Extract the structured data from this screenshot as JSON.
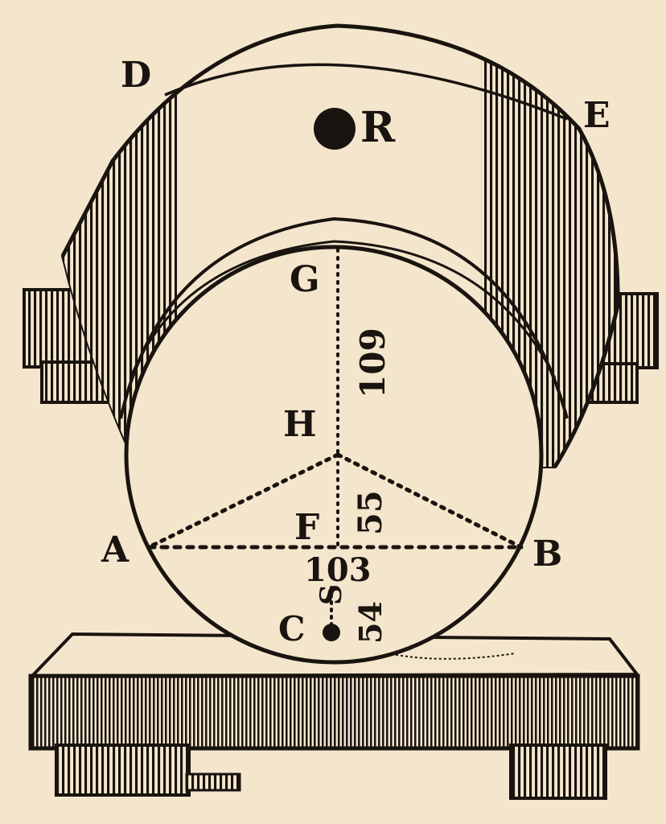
{
  "figure": {
    "labels": {
      "D": "D",
      "E": "E",
      "R": "R",
      "G": "G",
      "H": "H",
      "F": "F",
      "A": "A",
      "B": "B",
      "S": "S",
      "C": "C"
    },
    "numbers": {
      "gh": "109",
      "hf": "55",
      "af": "103",
      "sc": "54"
    }
  },
  "colors": {
    "paper": "#f4e6cc",
    "ink": "#1a1410"
  }
}
